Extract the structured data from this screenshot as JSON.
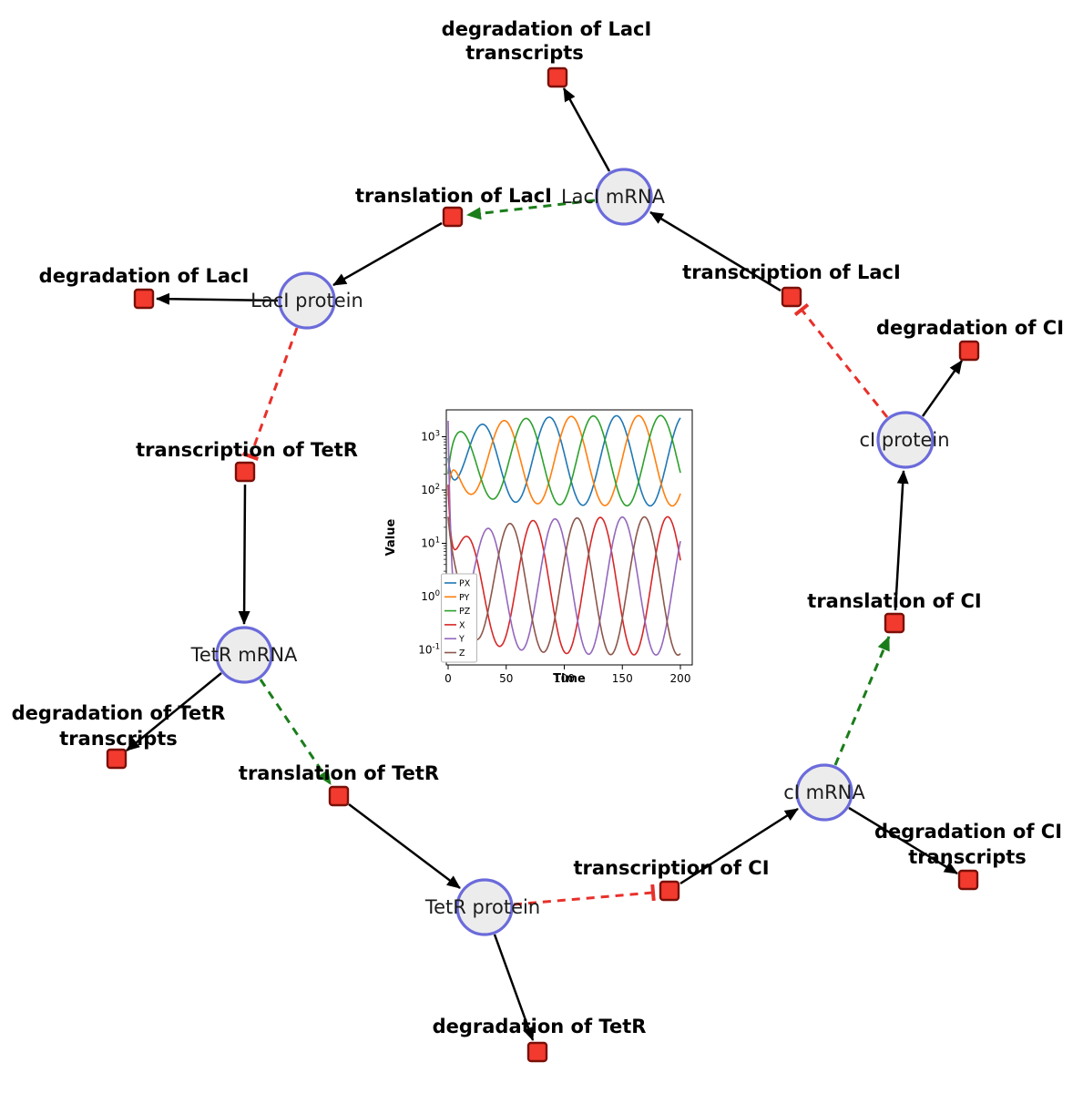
{
  "diagram": {
    "species": {
      "laci_mrna": {
        "label": "LacI mRNA"
      },
      "laci_protein": {
        "label": "LacI protein"
      },
      "tetr_mrna": {
        "label": "TetR mRNA"
      },
      "tetr_protein": {
        "label": "TetR protein"
      },
      "ci_mrna": {
        "label": "cI mRNA"
      },
      "ci_protein": {
        "label": "cI protein"
      }
    },
    "reactions": {
      "deg_laci_transcripts": {
        "line1": "degradation of LacI",
        "line2": "transcripts"
      },
      "translation_laci": {
        "label": "translation of LacI"
      },
      "transcription_laci": {
        "label": "transcription of LacI"
      },
      "deg_laci": {
        "label": "degradation of LacI"
      },
      "deg_ci": {
        "label": "degradation of CI"
      },
      "transcription_tetr": {
        "label": "transcription of TetR"
      },
      "deg_tetr_transcripts": {
        "line1": "degradation of TetR",
        "line2": "transcripts"
      },
      "translation_tetr": {
        "label": "translation of TetR"
      },
      "translation_ci": {
        "label": "translation of CI"
      },
      "deg_tetr": {
        "label": "degradation of TetR"
      },
      "transcription_ci": {
        "label": "transcription of CI"
      },
      "deg_ci_transcripts": {
        "line1": "degradation of CI",
        "line2": "transcripts"
      }
    },
    "colors": {
      "species_fill": "#ececec",
      "species_stroke": "#6b6bdb",
      "reaction_fill": "#f23a2e",
      "reaction_stroke": "#7a1008",
      "edge": "#000000",
      "modifier_edge": "#1a7d1a",
      "inhibition_edge": "#e8302a"
    }
  },
  "chart_data": {
    "type": "line",
    "title": "",
    "xlabel": "Time",
    "ylabel": "Value",
    "x_range": [
      0,
      200
    ],
    "x_ticks": [
      0,
      50,
      100,
      150,
      200
    ],
    "y_scale": "log",
    "y_tick_exponents": [
      3,
      2,
      1,
      0,
      -1
    ],
    "y_range_log10": [
      -1.28,
      3.5
    ],
    "grid": false,
    "legend_position": "lower-left",
    "series": [
      {
        "name": "PX",
        "color": "#1f77b4",
        "group": "protein",
        "log_center": 2.55,
        "log_amp": 0.85,
        "period": 58,
        "peak_t": 29,
        "start_log": 2.6
      },
      {
        "name": "PY",
        "color": "#ff7f0e",
        "group": "protein",
        "log_center": 2.55,
        "log_amp": 0.85,
        "period": 58,
        "peak_t": 48,
        "start_log": 1.9
      },
      {
        "name": "PZ",
        "color": "#2ca02c",
        "group": "protein",
        "log_center": 2.55,
        "log_amp": 0.85,
        "period": 58,
        "peak_t": 67,
        "start_log": 2.3
      },
      {
        "name": "X",
        "color": "#d62728",
        "group": "mrna",
        "log_center": 0.2,
        "log_amp": 1.3,
        "period": 58,
        "peak_t": 15,
        "start_log": 2.1
      },
      {
        "name": "Y",
        "color": "#9467bd",
        "group": "mrna",
        "log_center": 0.2,
        "log_amp": 1.3,
        "period": 58,
        "peak_t": 34,
        "start_log": 3.3
      },
      {
        "name": "Z",
        "color": "#8c564b",
        "group": "mrna",
        "log_center": 0.2,
        "log_amp": 1.3,
        "period": 58,
        "peak_t": 53,
        "start_log": 1.5
      }
    ]
  }
}
